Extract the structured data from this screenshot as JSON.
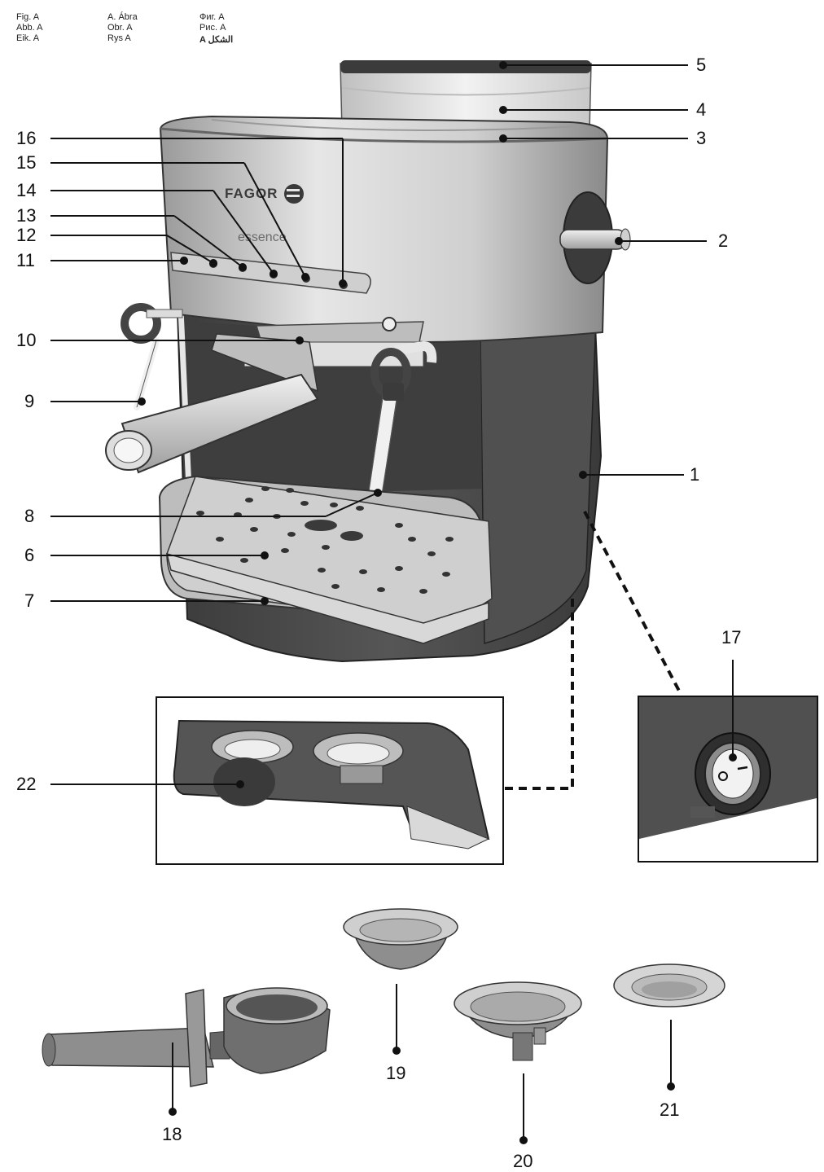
{
  "figure_headers": [
    [
      "Fig. A",
      "Abb. A",
      "Eik. A"
    ],
    [
      "A. Ábra",
      "Obr. A",
      "Rys A"
    ],
    [
      "Фиг. A",
      "Рис. A",
      "A الشكل"
    ]
  ],
  "brand": {
    "name": "FAGOR",
    "sub": "essence"
  },
  "callouts": [
    "1",
    "2",
    "3",
    "4",
    "5",
    "6",
    "7",
    "8",
    "9",
    "10",
    "11",
    "12",
    "13",
    "14",
    "15",
    "16",
    "17",
    "18",
    "19",
    "20",
    "21",
    "22"
  ],
  "colors": {
    "steel_light": "#e8e8e8",
    "steel_mid": "#bdbdbd",
    "steel_dark": "#8e8e8e",
    "body_dark": "#4a4a4a",
    "line": "#111111"
  }
}
